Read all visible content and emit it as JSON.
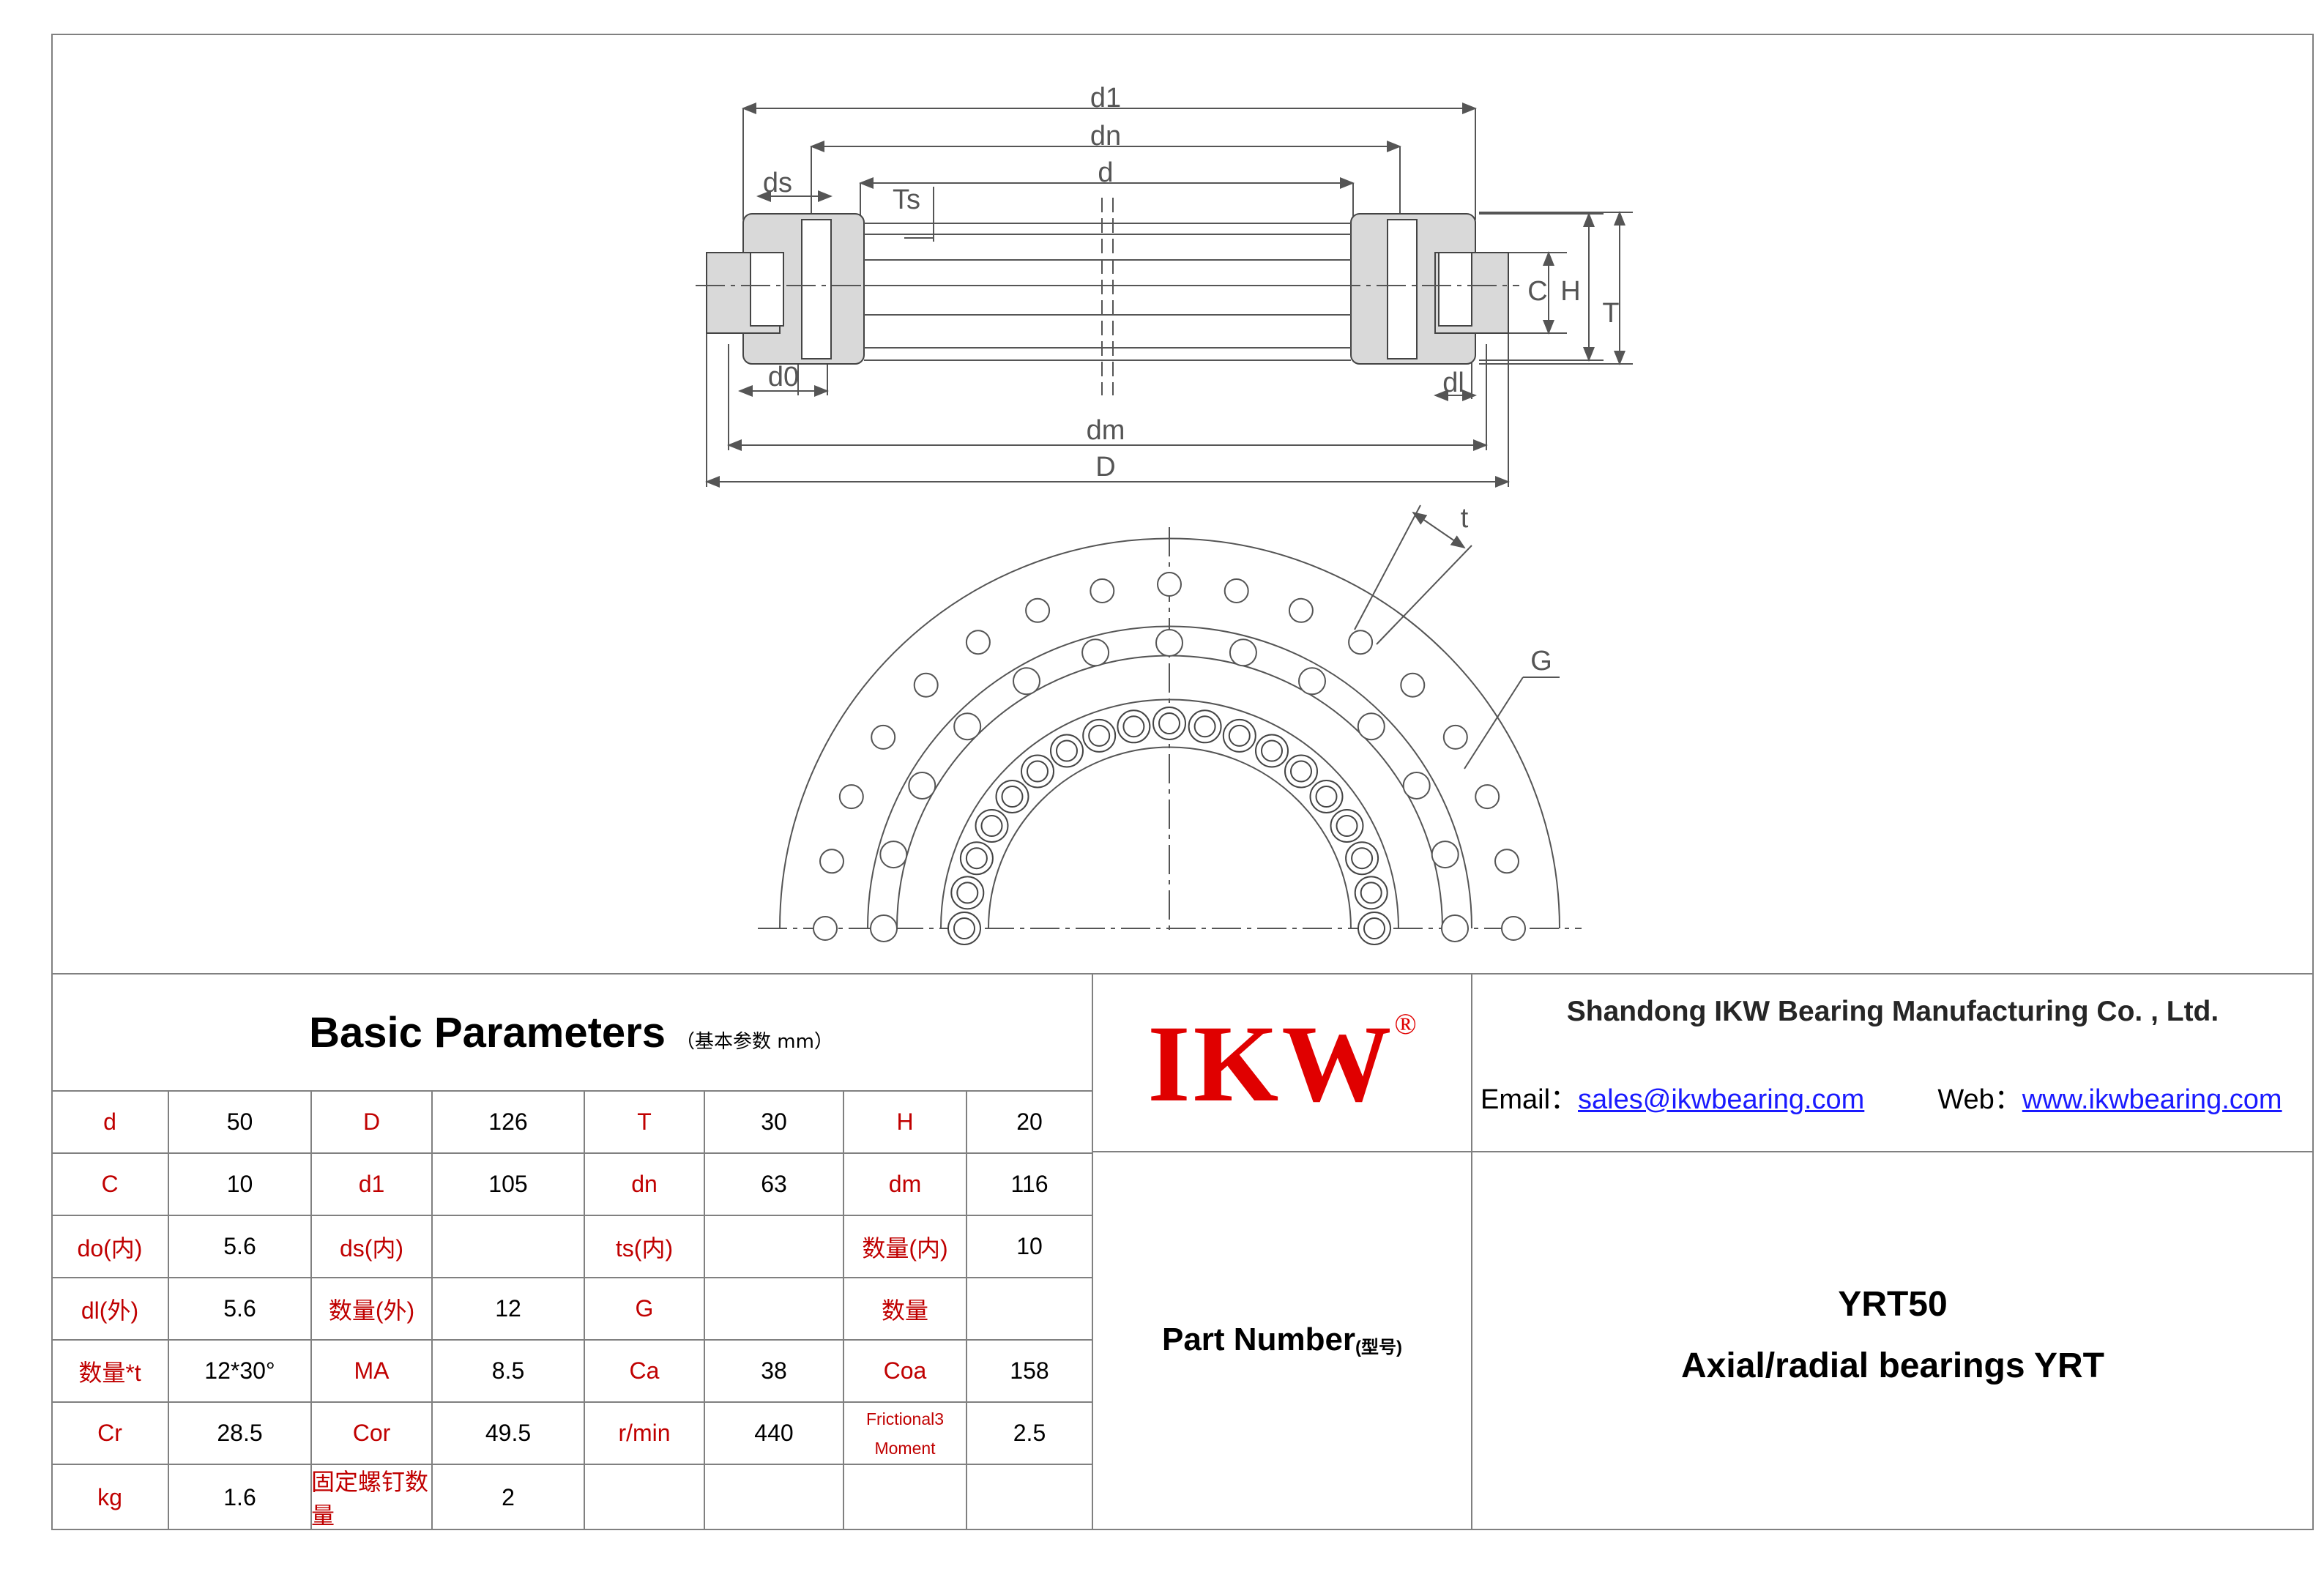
{
  "drawing_labels": {
    "d1": "d1",
    "dn": "dn",
    "d": "d",
    "ds": "ds",
    "ts": "Ts",
    "d0": "d0",
    "dm": "dm",
    "D": "D",
    "dl": "dl",
    "C": "C",
    "H": "H",
    "T": "T",
    "t": "t",
    "G": "G"
  },
  "params": {
    "title": "Basic Parameters",
    "subtitle": "（基本参数 mm）",
    "rows": [
      [
        {
          "l": "d",
          "v": "50"
        },
        {
          "l": "D",
          "v": "126"
        },
        {
          "l": "T",
          "v": "30"
        },
        {
          "l": "H",
          "v": "20"
        }
      ],
      [
        {
          "l": "C",
          "v": "10"
        },
        {
          "l": "d1",
          "v": "105"
        },
        {
          "l": "dn",
          "v": "63"
        },
        {
          "l": "dm",
          "v": "116"
        }
      ],
      [
        {
          "l": "do(内)",
          "v": "5.6"
        },
        {
          "l": "ds(内)",
          "v": ""
        },
        {
          "l": "ts(内)",
          "v": ""
        },
        {
          "l": "数量(内)",
          "v": "10"
        }
      ],
      [
        {
          "l": "dl(外)",
          "v": "5.6"
        },
        {
          "l": "数量(外)",
          "v": "12"
        },
        {
          "l": "G",
          "v": ""
        },
        {
          "l": "数量",
          "v": ""
        }
      ],
      [
        {
          "l": "数量*t",
          "v": "12*30°"
        },
        {
          "l": "MA",
          "v": "8.5"
        },
        {
          "l": "Ca",
          "v": "38"
        },
        {
          "l": "Coa",
          "v": "158"
        }
      ],
      [
        {
          "l": "Cr",
          "v": "28.5"
        },
        {
          "l": "Cor",
          "v": "49.5"
        },
        {
          "l": "r/min",
          "v": "440"
        },
        {
          "l": "Frictional3 Moment",
          "v": "2.5"
        }
      ],
      [
        {
          "l": "kg",
          "v": "1.6"
        },
        {
          "l": "固定螺钉数量",
          "v": "2"
        },
        {
          "l": "",
          "v": ""
        },
        {
          "l": "",
          "v": ""
        }
      ]
    ]
  },
  "logo": {
    "text": "IKW",
    "reg": "®",
    "color": "#e00000"
  },
  "company": {
    "name": "Shandong IKW Bearing Manufacturing Co. , Ltd.",
    "email_label": "Email：",
    "email": "sales@ikwbearing.com",
    "web_label": "Web：",
    "web": "www.ikwbearing.com"
  },
  "part": {
    "label": "Part Number",
    "label_small": "(型号)",
    "number": "YRT50",
    "description": "Axial/radial bearings YRT"
  },
  "colors": {
    "label": "#c00000",
    "link": "#1a1aff",
    "section": "#d9d9d9",
    "line": "#808080"
  }
}
